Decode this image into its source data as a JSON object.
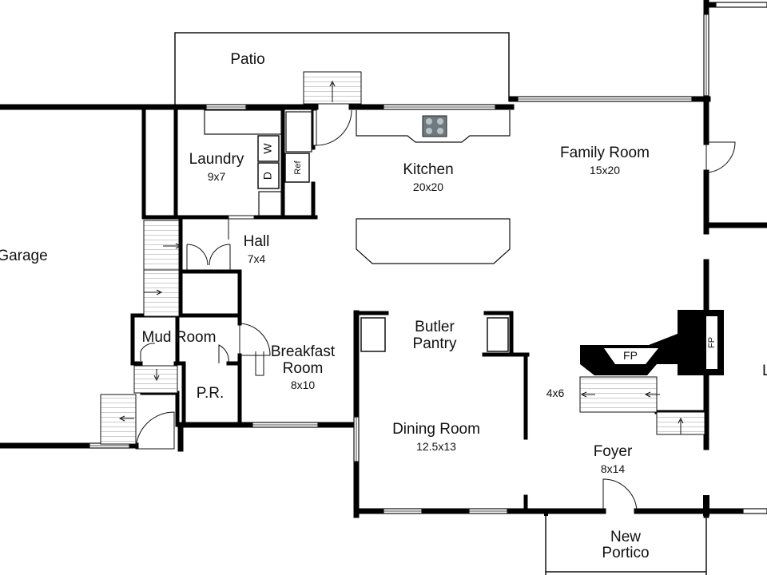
{
  "plan": {
    "rooms": {
      "patio": {
        "name": "Patio"
      },
      "laundry": {
        "name": "Laundry",
        "dims": "9x7"
      },
      "kitchen": {
        "name": "Kitchen",
        "dims": "20x20"
      },
      "family_room": {
        "name": "Family Room",
        "dims": "15x20"
      },
      "garage": {
        "name": "Garage"
      },
      "hall": {
        "name": "Hall",
        "dims": "7x4"
      },
      "mud_room": {
        "name": "Mud Room"
      },
      "breakfast_room": {
        "name_line1": "Breakfast",
        "name_line2": "Room",
        "dims": "8x10"
      },
      "butler_pantry": {
        "name_line1": "Butler",
        "name_line2": "Pantry"
      },
      "powder_room": {
        "name": "P.R."
      },
      "dining_room": {
        "name": "Dining Room",
        "dims": "12.5x13"
      },
      "foyer": {
        "name": "Foyer",
        "dims": "8x14"
      },
      "new_portico": {
        "name_line1": "New",
        "name_line2": "Portico"
      },
      "closet": {
        "dims": "4x6"
      },
      "right_edge": {
        "name": "L"
      }
    },
    "fixtures": {
      "washer": "W",
      "dryer": "D",
      "refrigerator": "Ref",
      "fireplace": "FP",
      "fireplace_rotated": "FP"
    }
  }
}
